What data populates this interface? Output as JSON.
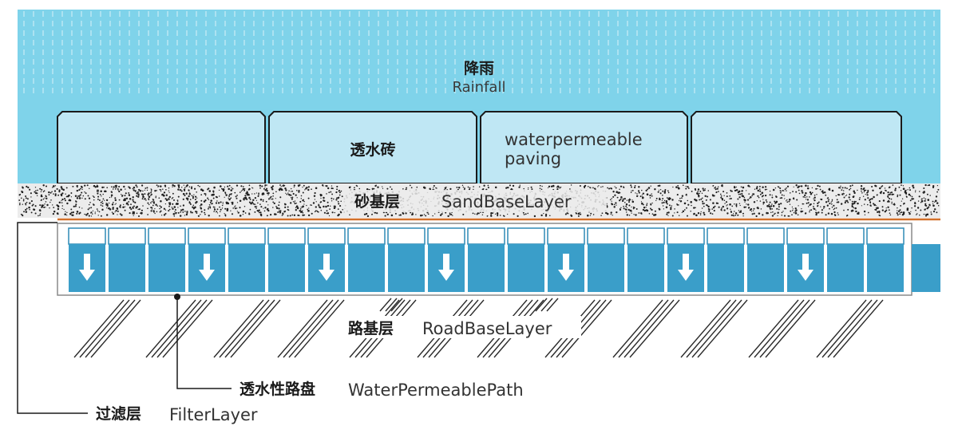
{
  "rain_label_zh": "降雨",
  "rain_label_en": "Rainfall",
  "paving_label_zh": "透水砖",
  "paving_label_en_line1": "waterpermeable",
  "paving_label_en_line2": "paving",
  "sand_label_zh": "砂基层",
  "sand_label_en": "SandBaseLayer",
  "road_label_zh": "路基层",
  "road_label_en": "RoadBaseLayer",
  "path_label_zh": "透水性路盘",
  "path_label_en": "WaterPermeablePath",
  "filter_label_zh": "过滤层",
  "filter_label_en": "FilterLayer",
  "colors": {
    "rain_bg": "#7fd3ea",
    "paving_fill": "#bfe7f4",
    "cell_fill": "#3a9ec9",
    "cell_top": "#ffffff",
    "filter_line": "#d2702a",
    "hatch": "#2a2a2a"
  }
}
